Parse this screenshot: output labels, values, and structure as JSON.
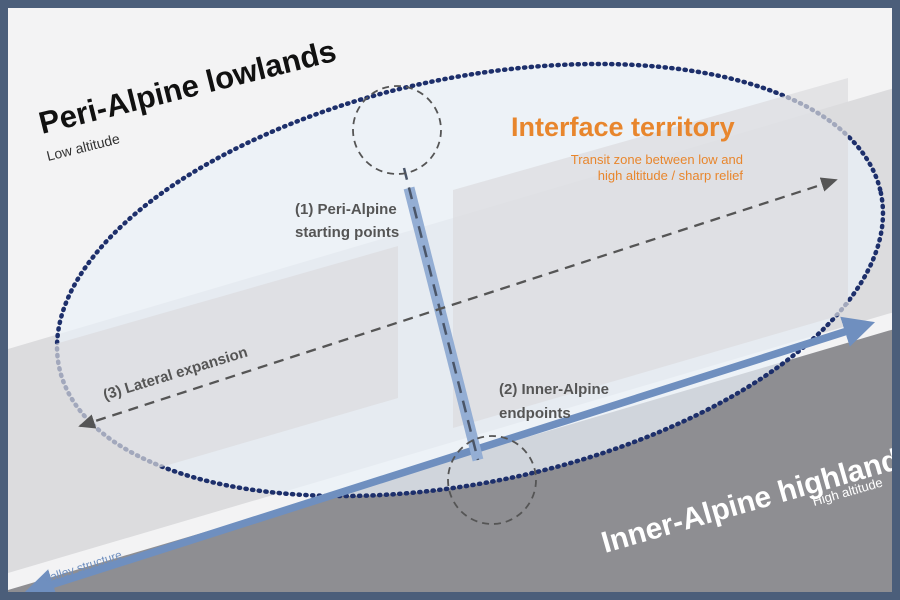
{
  "regions": {
    "lowlands": {
      "title": "Peri-Alpine lowlands",
      "subtitle": "Low altitude"
    },
    "highlands": {
      "title": "Inner-Alpine highlands",
      "subtitle": "High altitude"
    },
    "interface": {
      "title": "Interface territory",
      "subtitle_line1": "Transit zone between low and",
      "subtitle_line2": "high altitude / sharp relief"
    }
  },
  "labels": {
    "starting_points_line1": "(1) Peri-Alpine",
    "starting_points_line2": "starting points",
    "endpoints_line1": "(2) Inner-Alpine",
    "endpoints_line2": "endpoints",
    "lateral_expansion": "(3) Lateral expansion",
    "valley_structure": "valley structure"
  },
  "colors": {
    "frame": "#4b5e7a",
    "background": "#f3f3f4",
    "band_light": "#dcdcde",
    "band_dark": "#8e8e92",
    "interface_fill": "#eaf1f8",
    "ellipse_border": "#1d2f6b",
    "interface_title": "#e8862d",
    "valley_arrow": "#6f8fbf",
    "dashed_arrow": "#555555"
  }
}
